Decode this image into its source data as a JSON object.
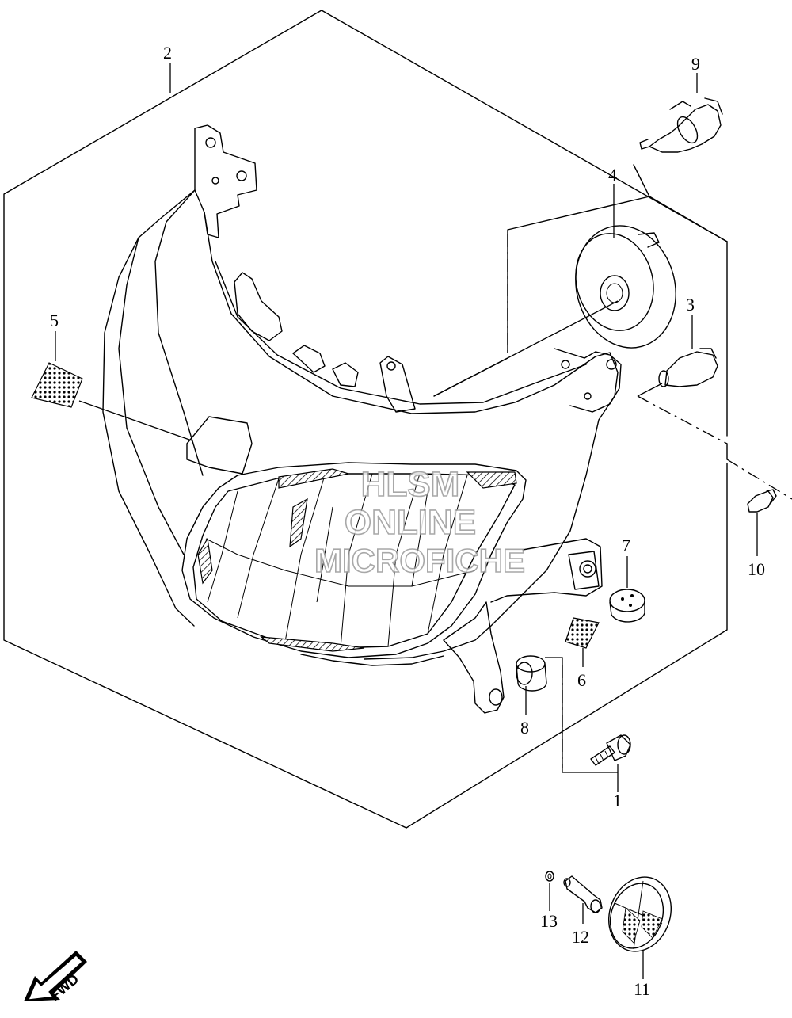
{
  "labels": {
    "p1": "1",
    "p2": "2",
    "p3": "3",
    "p4": "4",
    "p5": "5",
    "p6": "6",
    "p7": "7",
    "p8": "8",
    "p9": "9",
    "p10": "10",
    "p11": "11",
    "p12": "12",
    "p13": "13"
  },
  "watermark": {
    "line1": "HLSM",
    "line2": "ONLINE",
    "line3": "MICROFICHE"
  },
  "fwd_label": "FWD"
}
